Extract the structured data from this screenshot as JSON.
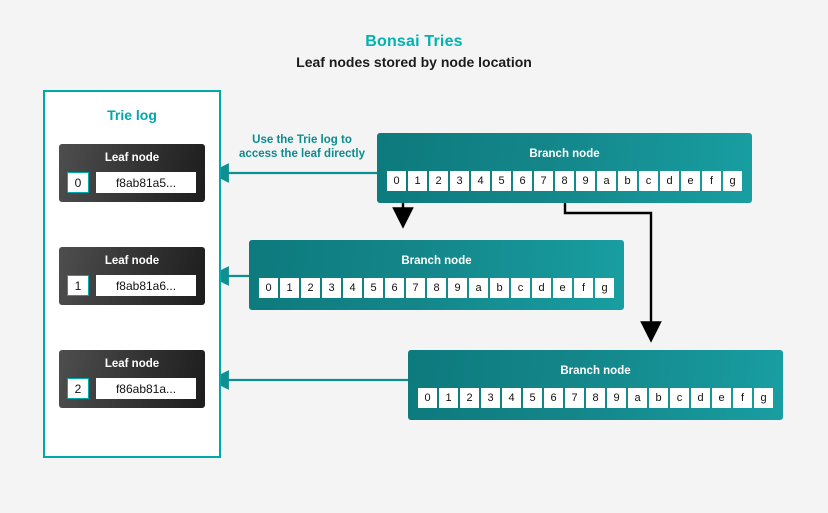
{
  "header": {
    "title": "Bonsai Tries",
    "subtitle": "Leaf nodes stored by node location"
  },
  "colors": {
    "background": "#f4f4f5",
    "teal_accent": "#00b2b2",
    "teal_border": "#00a7ab",
    "teal_dark": "#0c8c8f",
    "branch_gradient_start": "#0d7a7d",
    "branch_gradient_end": "#189ea1",
    "leaf_gradient_start": "#4e4e4e",
    "leaf_gradient_end": "#1d1d1d",
    "arrow_black": "#000000",
    "cell_background": "#ffffff",
    "text_dark": "#1b1b1b"
  },
  "trie_log": {
    "title": "Trie log",
    "leaf_node_label": "Leaf node",
    "leaves": [
      {
        "index": "0",
        "hash": "f8ab81a5..."
      },
      {
        "index": "1",
        "hash": "f8ab81a6..."
      },
      {
        "index": "2",
        "hash": "f86ab81a..."
      }
    ]
  },
  "annotation": {
    "line1": "Use the Trie log to",
    "line2": "access the leaf directly"
  },
  "branch_nodes": [
    {
      "label": "Branch node",
      "cells": [
        "0",
        "1",
        "2",
        "3",
        "4",
        "5",
        "6",
        "7",
        "8",
        "9",
        "a",
        "b",
        "c",
        "d",
        "e",
        "f",
        "g"
      ]
    },
    {
      "label": "Branch node",
      "cells": [
        "0",
        "1",
        "2",
        "3",
        "4",
        "5",
        "6",
        "7",
        "8",
        "9",
        "a",
        "b",
        "c",
        "d",
        "e",
        "f",
        "g"
      ]
    },
    {
      "label": "Branch node",
      "cells": [
        "0",
        "1",
        "2",
        "3",
        "4",
        "5",
        "6",
        "7",
        "8",
        "9",
        "a",
        "b",
        "c",
        "d",
        "e",
        "f",
        "g"
      ]
    }
  ]
}
